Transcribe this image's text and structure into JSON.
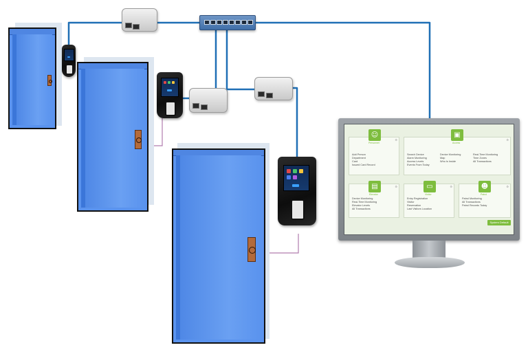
{
  "colors": {
    "cable": "#1f6fb5",
    "lock_wire": "#b07cae",
    "door": "#5a93ee",
    "accent_green": "#7ebd3e"
  },
  "icons": [
    "user-icon",
    "lock-icon",
    "monitor-chart-icon",
    "id-card-icon",
    "guard-icon",
    "gear-icon"
  ],
  "dashboard": {
    "panels": [
      {
        "title": "Personnel",
        "icon": "user-icon",
        "glyph": "☺",
        "lines": [
          "Add Person",
          "Department",
          "Card",
          "Issued Card Record"
        ]
      },
      {
        "title": "Access",
        "icon": "lock-icon",
        "glyph": "▣",
        "lines": [
          "Search Device",
          "Alarm Monitoring",
          "Access Levels",
          "Events From Today"
        ],
        "lines2": [
          "Device Monitoring",
          "Map",
          "Who Is Inside"
        ],
        "lines3": [
          "Real-Time Monitoring",
          "Time Zones",
          "All Transactions"
        ]
      },
      {
        "title": "Elevator",
        "icon": "monitor-chart-icon",
        "glyph": "▤",
        "lines": [
          "Device Monitoring",
          "Real-Time Monitoring",
          "Elevator Levels",
          "All Transactions"
        ]
      },
      {
        "title": "Visitor",
        "icon": "id-card-icon",
        "glyph": "▭",
        "lines": [
          "Entry Registration",
          "Visitor",
          "Reservation",
          "Last Visitors Location"
        ]
      },
      {
        "title": "Patrol",
        "icon": "guard-icon",
        "glyph": "☻",
        "lines": [
          "Patrol Monitoring",
          "All Transactions",
          "Patrol Records Today"
        ]
      }
    ],
    "footer_button": "System Default"
  }
}
